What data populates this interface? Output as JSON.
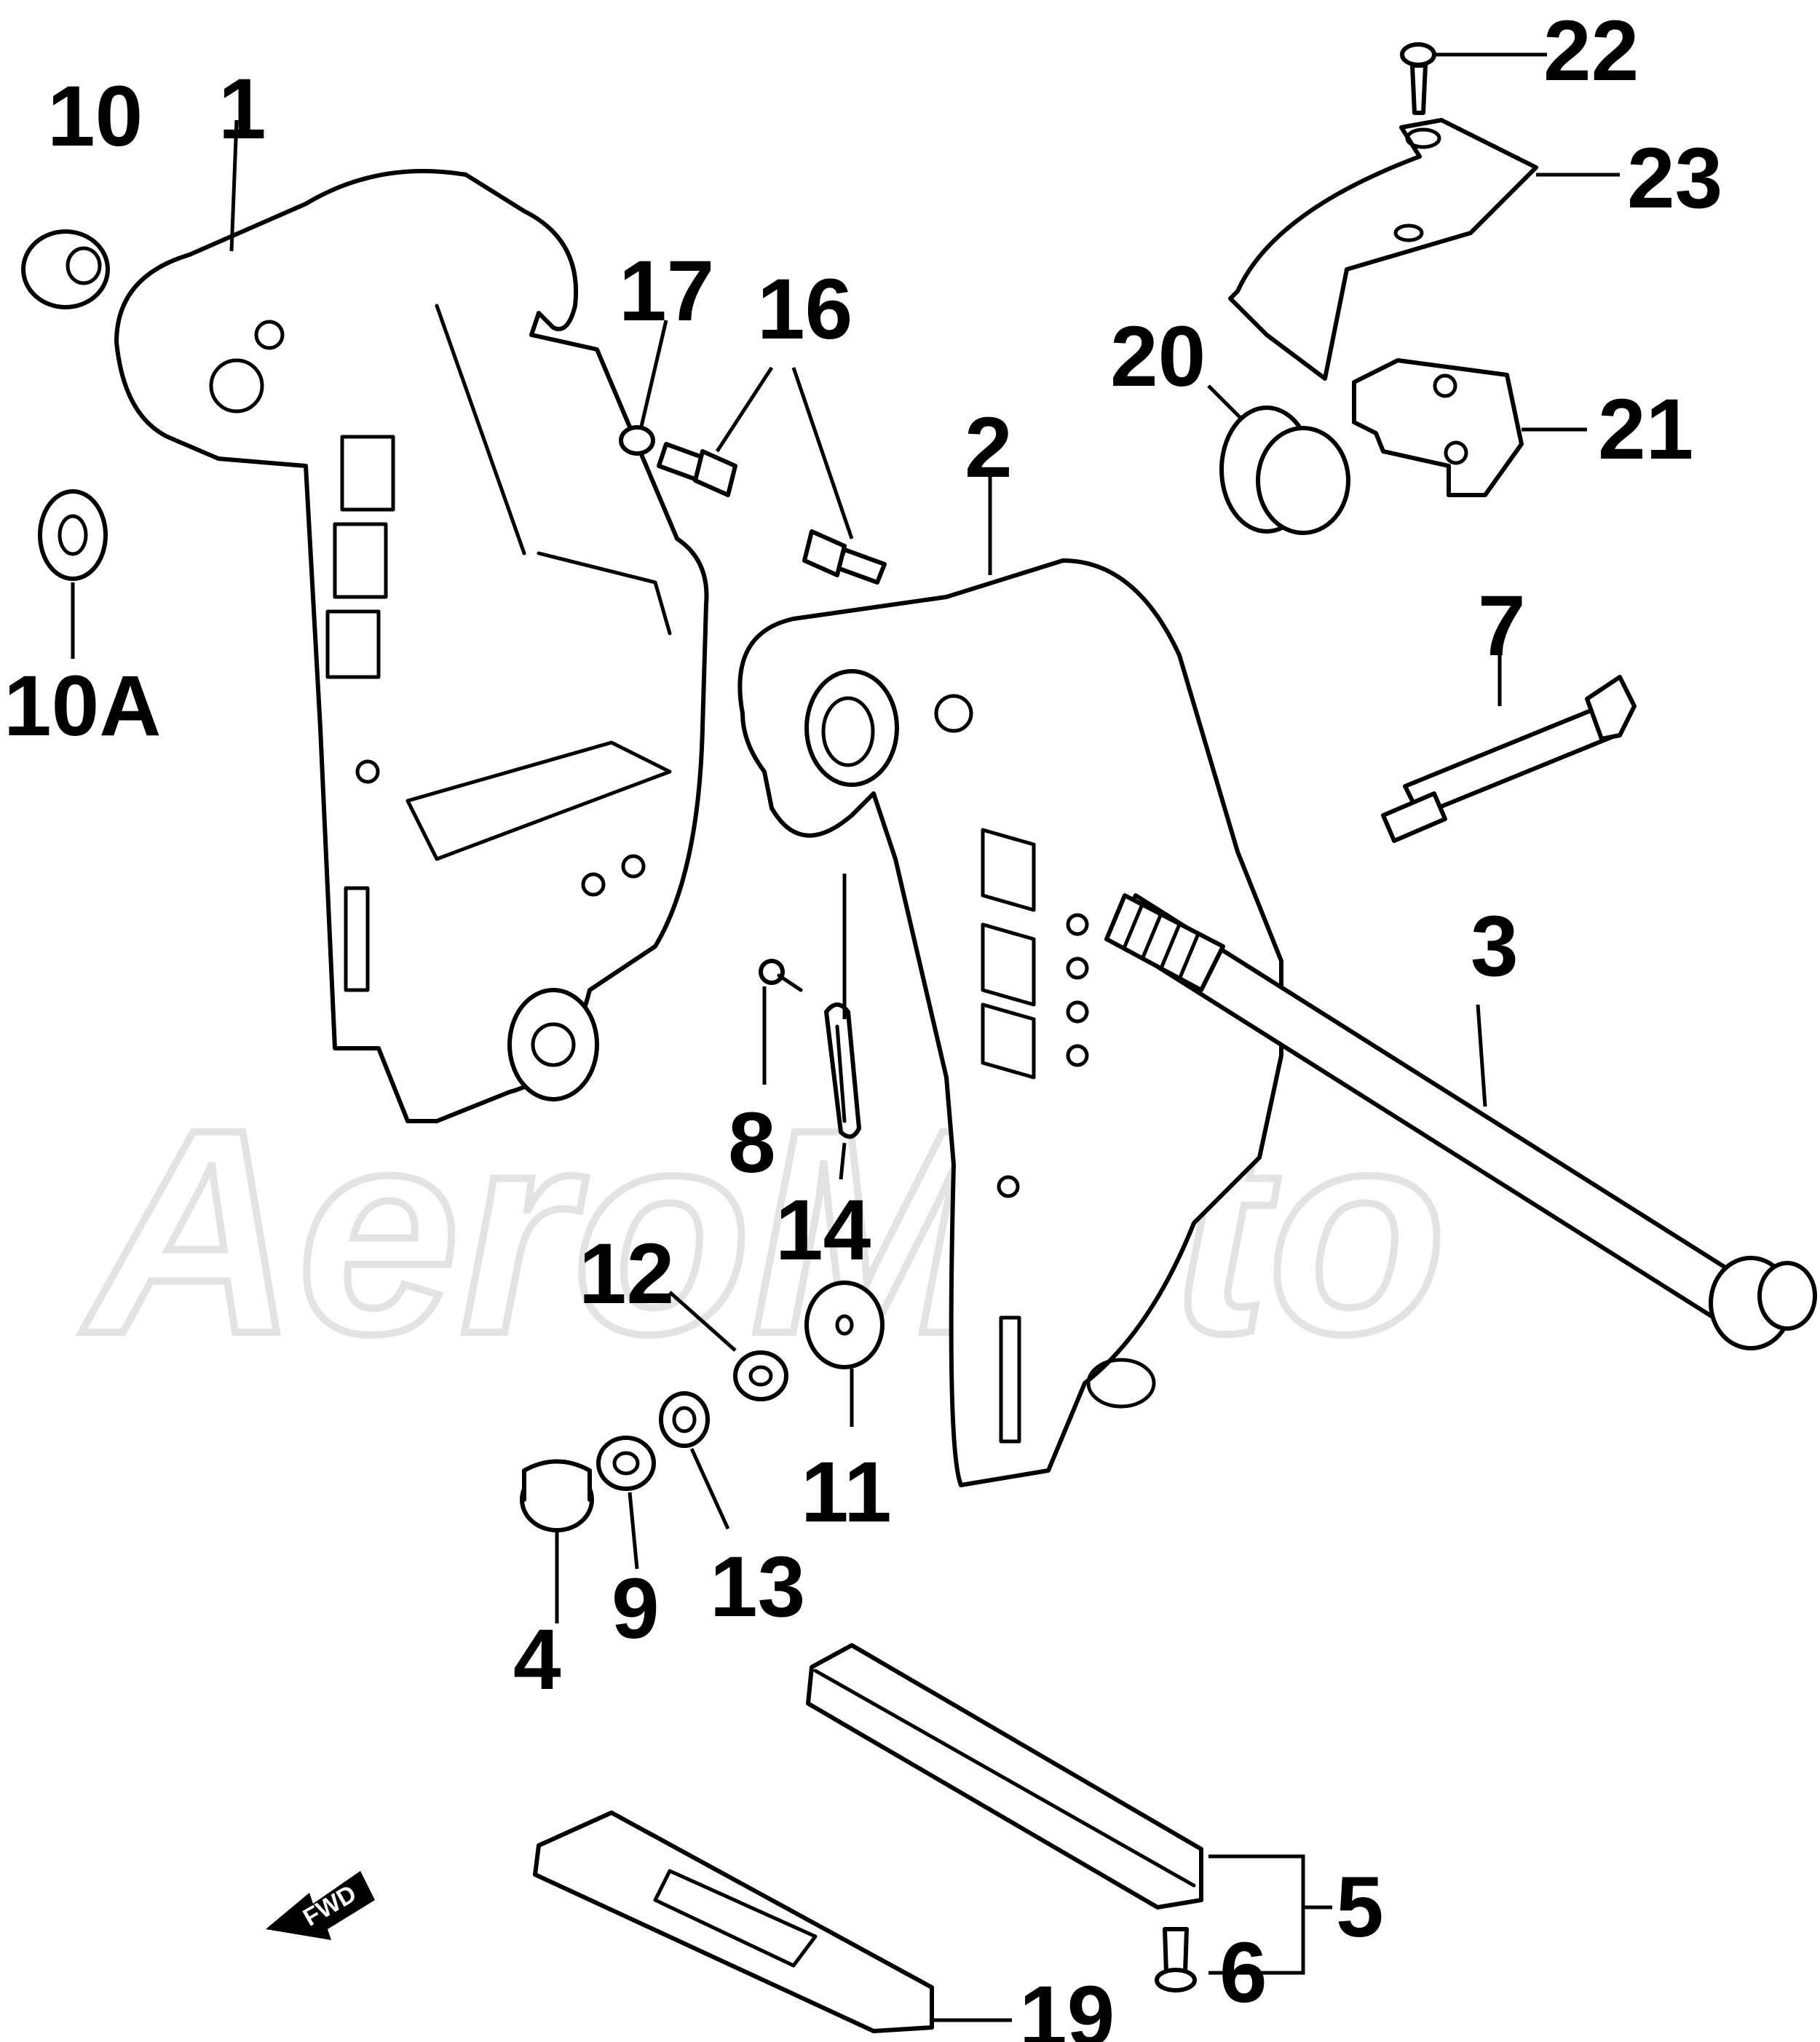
{
  "watermark": "AeroMoto",
  "fwd_label": "FWD",
  "callouts": {
    "c1": "1",
    "c2": "2",
    "c3": "3",
    "c4": "4",
    "c5": "5",
    "c6": "6",
    "c7": "7",
    "c8": "8",
    "c9": "9",
    "c10": "10",
    "c10a": "10A",
    "c11": "11",
    "c12": "12",
    "c13": "13",
    "c14": "14",
    "c16": "16",
    "c17": "17",
    "c19": "19",
    "c20": "20",
    "c21": "21",
    "c22": "22",
    "c23": "23"
  },
  "colors": {
    "line": "#000000",
    "background": "#ffffff",
    "watermark": "#e3e3e3"
  }
}
